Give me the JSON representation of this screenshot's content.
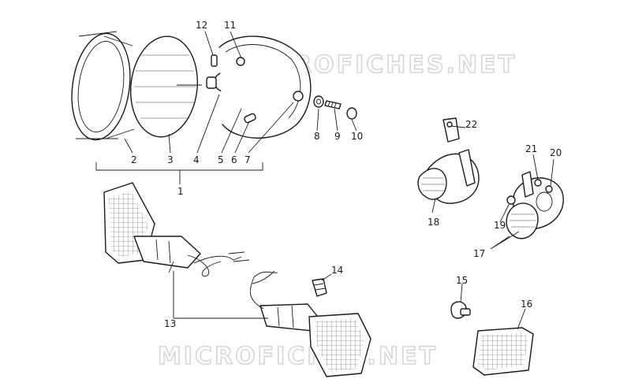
{
  "watermarks": [
    "MICROFICHES.NET",
    "MICROFICHES.NET"
  ],
  "labels": {
    "p1": "1",
    "p2": "2",
    "p3": "3",
    "p4": "4",
    "p5": "5",
    "p6": "6",
    "p7": "7",
    "p8": "8",
    "p9": "9",
    "p10": "10",
    "p11": "11",
    "p12": "12",
    "p13": "13",
    "p14": "14",
    "p15": "15",
    "p16": "16",
    "p17": "17",
    "p18": "18",
    "p19": "19",
    "p20": "20",
    "p21": "21",
    "p22": "22"
  }
}
